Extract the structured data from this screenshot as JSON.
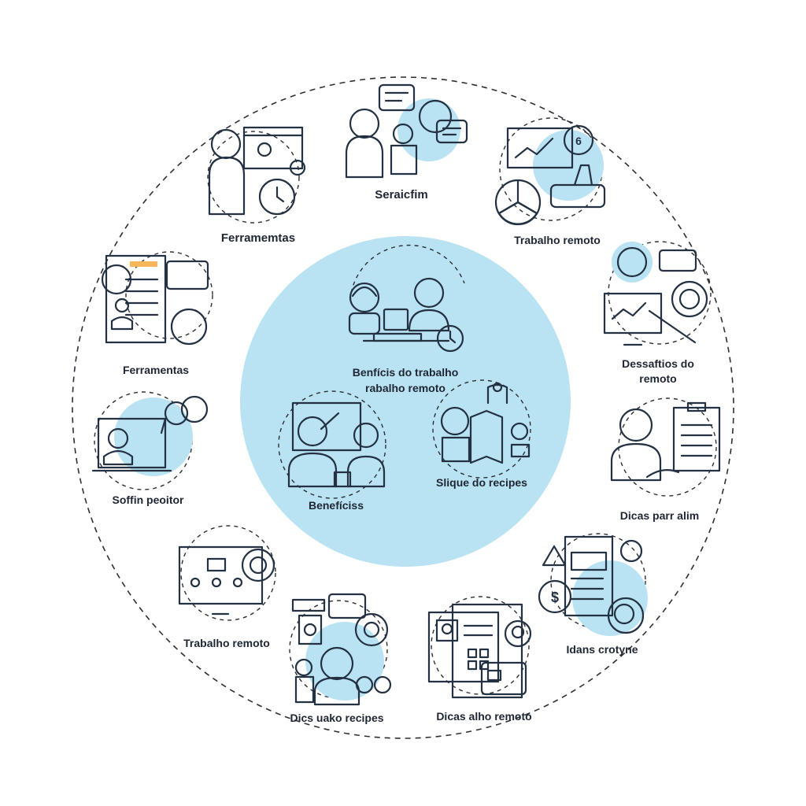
{
  "center": {
    "title_line1": "Benfícis do trabalho",
    "title_line2": "rabalho remoto",
    "left_label": "Benefíciss",
    "right_label": "Slique do recipes"
  },
  "outer": [
    {
      "id": "top",
      "label": "Seraicfim"
    },
    {
      "id": "top-right",
      "label": "Trabalho remoto"
    },
    {
      "id": "right-upper",
      "label_line1": "Dessaftios do",
      "label_line2": "remoto"
    },
    {
      "id": "right",
      "label": "Dicas parr alim"
    },
    {
      "id": "bottom-right",
      "label": "Idans crotyne"
    },
    {
      "id": "bottom-right2",
      "label": "Dicas alho remoto"
    },
    {
      "id": "bottom-left2",
      "label": "Dics uako recipes"
    },
    {
      "id": "bottom-left",
      "label": "Trabalho remoto"
    },
    {
      "id": "left",
      "label": "Soffin peoitor"
    },
    {
      "id": "left-upper",
      "label": "Ferramentas"
    },
    {
      "id": "top-left",
      "label": "Ferramemtas"
    }
  ],
  "colors": {
    "accent_blue": "#b9e3f2",
    "light_blue": "#9fd0ee",
    "orange": "#f6b65a",
    "line": "#233142"
  }
}
